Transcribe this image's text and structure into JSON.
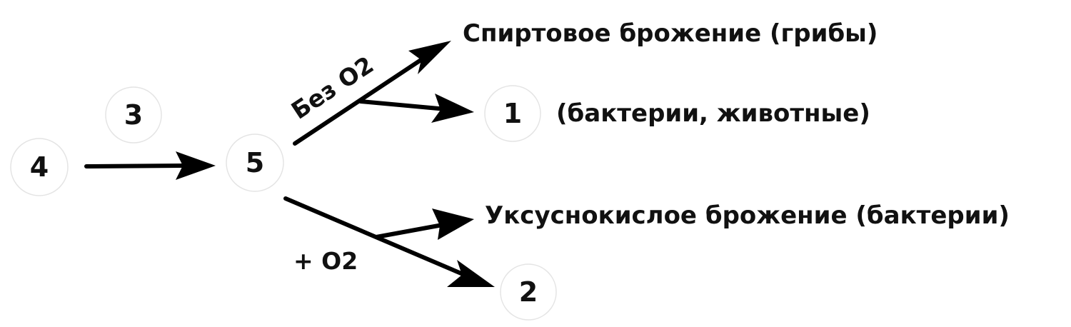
{
  "nodes": {
    "n3": "3",
    "n4": "4",
    "n5": "5",
    "n1": "1",
    "n2": "2"
  },
  "labels": {
    "alcohol": "Спиртовое брожение (грибы)",
    "bacteria_animals": "(бактерии, животные)",
    "acetic": "Уксуснокислое брожение (бактерии)"
  },
  "edges": {
    "no_oxygen": "Без О2",
    "with_oxygen": "+ О2"
  }
}
